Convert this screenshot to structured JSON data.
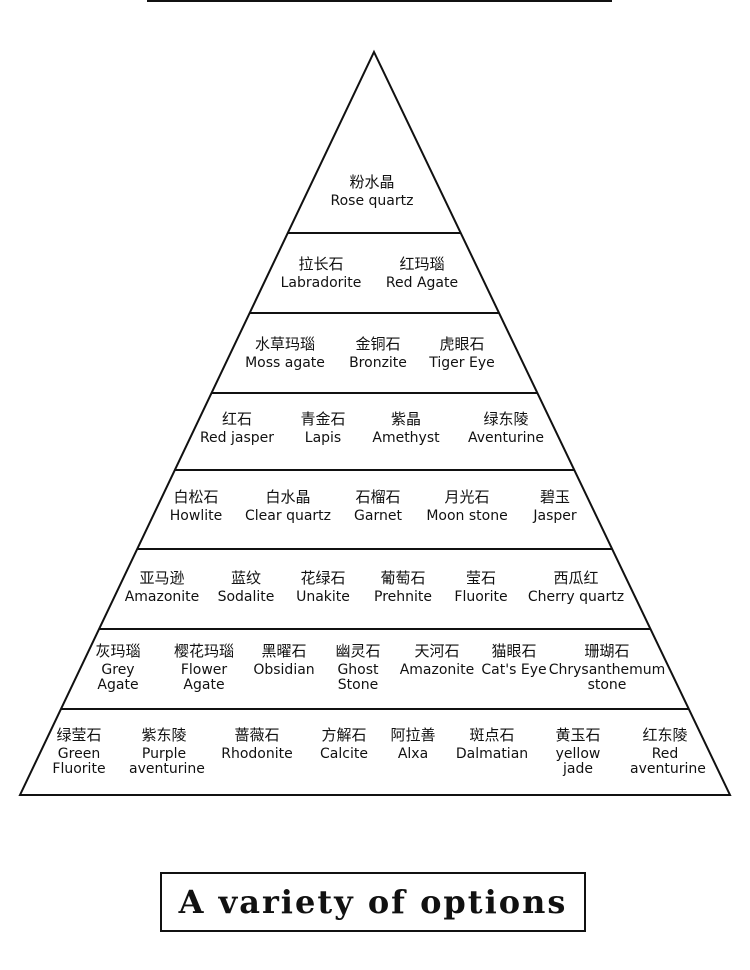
{
  "pyramid": {
    "tiers": [
      [
        {
          "cn": "粉水晶",
          "en": "Rose quartz"
        }
      ],
      [
        {
          "cn": "拉长石",
          "en": "Labradorite"
        },
        {
          "cn": "红玛瑙",
          "en": "Red Agate"
        }
      ],
      [
        {
          "cn": "水草玛瑙",
          "en": "Moss agate"
        },
        {
          "cn": "金铜石",
          "en": "Bronzite"
        },
        {
          "cn": "虎眼石",
          "en": "Tiger Eye"
        }
      ],
      [
        {
          "cn": "红石",
          "en": "Red jasper"
        },
        {
          "cn": "青金石",
          "en": "Lapis"
        },
        {
          "cn": "紫晶",
          "en": "Amethyst"
        },
        {
          "cn": "绿东陵",
          "en": "Aventurine"
        }
      ],
      [
        {
          "cn": "白松石",
          "en": "Howlite"
        },
        {
          "cn": "白水晶",
          "en": "Clear quartz"
        },
        {
          "cn": "石榴石",
          "en": "Garnet"
        },
        {
          "cn": "月光石",
          "en": "Moon stone"
        },
        {
          "cn": "碧玉",
          "en": "Jasper"
        }
      ],
      [
        {
          "cn": "亚马逊",
          "en": "Amazonite"
        },
        {
          "cn": "蓝纹",
          "en": "Sodalite"
        },
        {
          "cn": "花绿石",
          "en": "Unakite"
        },
        {
          "cn": "葡萄石",
          "en": "Prehnite"
        },
        {
          "cn": "莹石",
          "en": "Fluorite"
        },
        {
          "cn": "西瓜红",
          "en": "Cherry quartz"
        }
      ],
      [
        {
          "cn": "灰玛瑙",
          "en": "Grey Agate"
        },
        {
          "cn": "樱花玛瑙",
          "en": "Flower Agate"
        },
        {
          "cn": "黑曜石",
          "en": "Obsidian"
        },
        {
          "cn": "幽灵石",
          "en": "Ghost Stone"
        },
        {
          "cn": "天河石",
          "en": "Amazonite"
        },
        {
          "cn": "猫眼石",
          "en": "Cat's Eye"
        },
        {
          "cn": "珊瑚石",
          "en": "Chrysanthemum stone"
        }
      ],
      [
        {
          "cn": "绿莹石",
          "en": "Green Fluorite"
        },
        {
          "cn": "紫东陵",
          "en": "Purple aventurine"
        },
        {
          "cn": "蔷薇石",
          "en": "Rhodonite"
        },
        {
          "cn": "方解石",
          "en": "Calcite"
        },
        {
          "cn": "阿拉善",
          "en": "Alxa"
        },
        {
          "cn": "斑点石",
          "en": "Dalmatian"
        },
        {
          "cn": "黄玉石",
          "en": "yellow jade"
        },
        {
          "cn": "红东陵",
          "en": "Red aventurine"
        }
      ]
    ]
  },
  "banner": {
    "text": "A variety of options"
  },
  "colors": {
    "ink": "#111111",
    "background": "#ffffff"
  }
}
